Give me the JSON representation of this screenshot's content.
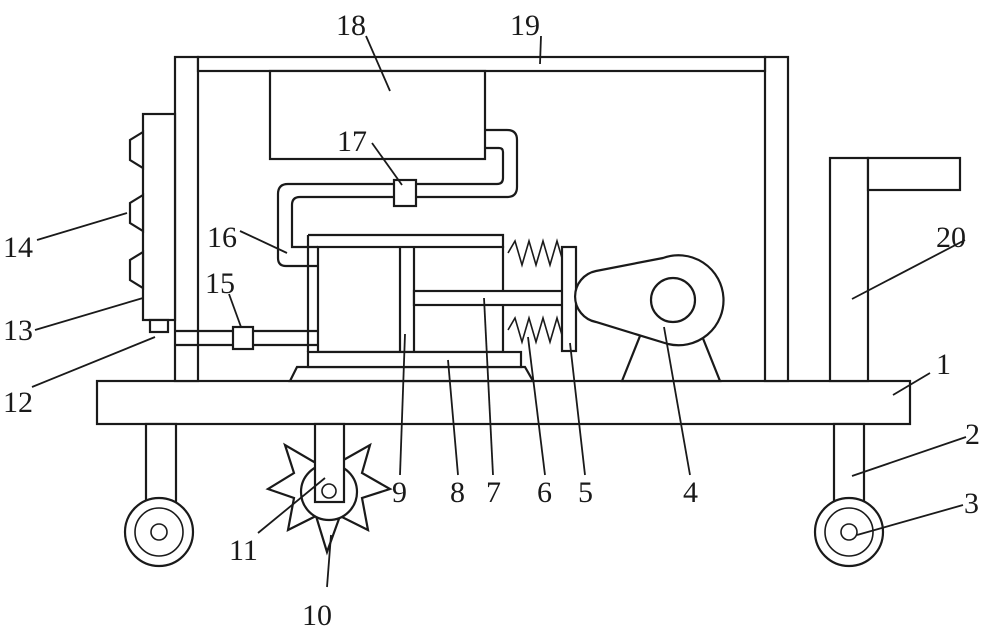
{
  "labels": {
    "l1": "1",
    "l2": "2",
    "l3": "3",
    "l4": "4",
    "l5": "5",
    "l6": "6",
    "l7": "7",
    "l8": "8",
    "l9": "9",
    "l10": "10",
    "l11": "11",
    "l12": "12",
    "l13": "13",
    "l14": "14",
    "l15": "15",
    "l16": "16",
    "l17": "17",
    "l18": "18",
    "l19": "19",
    "l20": "20"
  },
  "colors": {
    "line": "#1a1a1a",
    "background": "#ffffff"
  }
}
